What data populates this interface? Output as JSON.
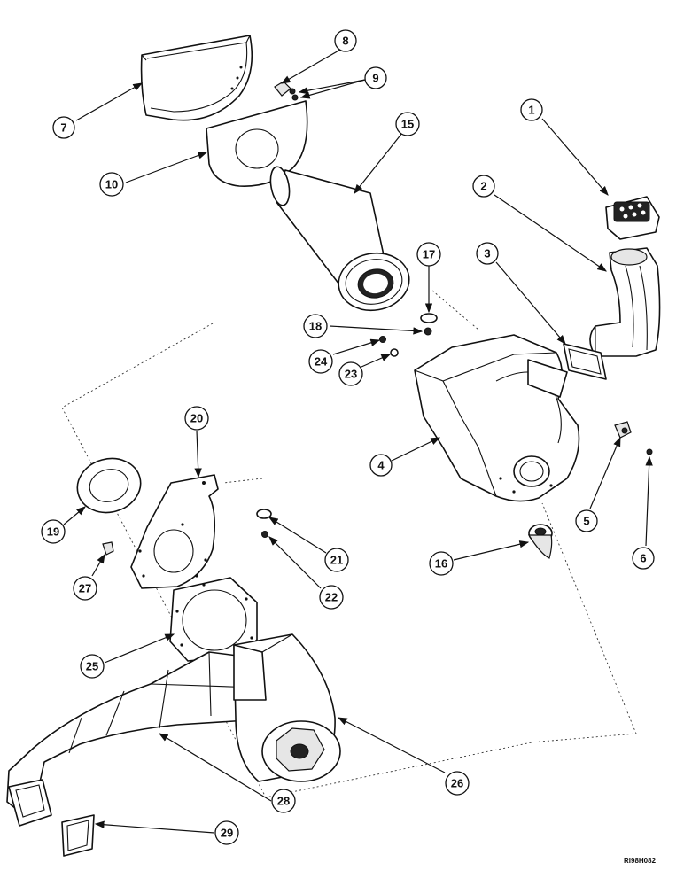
{
  "callouts": {
    "c1": "1",
    "c2": "2",
    "c3": "3",
    "c4": "4",
    "c5": "5",
    "c6": "6",
    "c7": "7",
    "c8": "8",
    "c9": "9",
    "c10": "10",
    "c15": "15",
    "c16": "16",
    "c17": "17",
    "c18": "18",
    "c19": "19",
    "c20": "20",
    "c21": "21",
    "c22": "22",
    "c23": "23",
    "c24": "24",
    "c25": "25",
    "c26": "26",
    "c27": "27",
    "c28": "28",
    "c29": "29"
  },
  "reference_code": "RI98H082"
}
